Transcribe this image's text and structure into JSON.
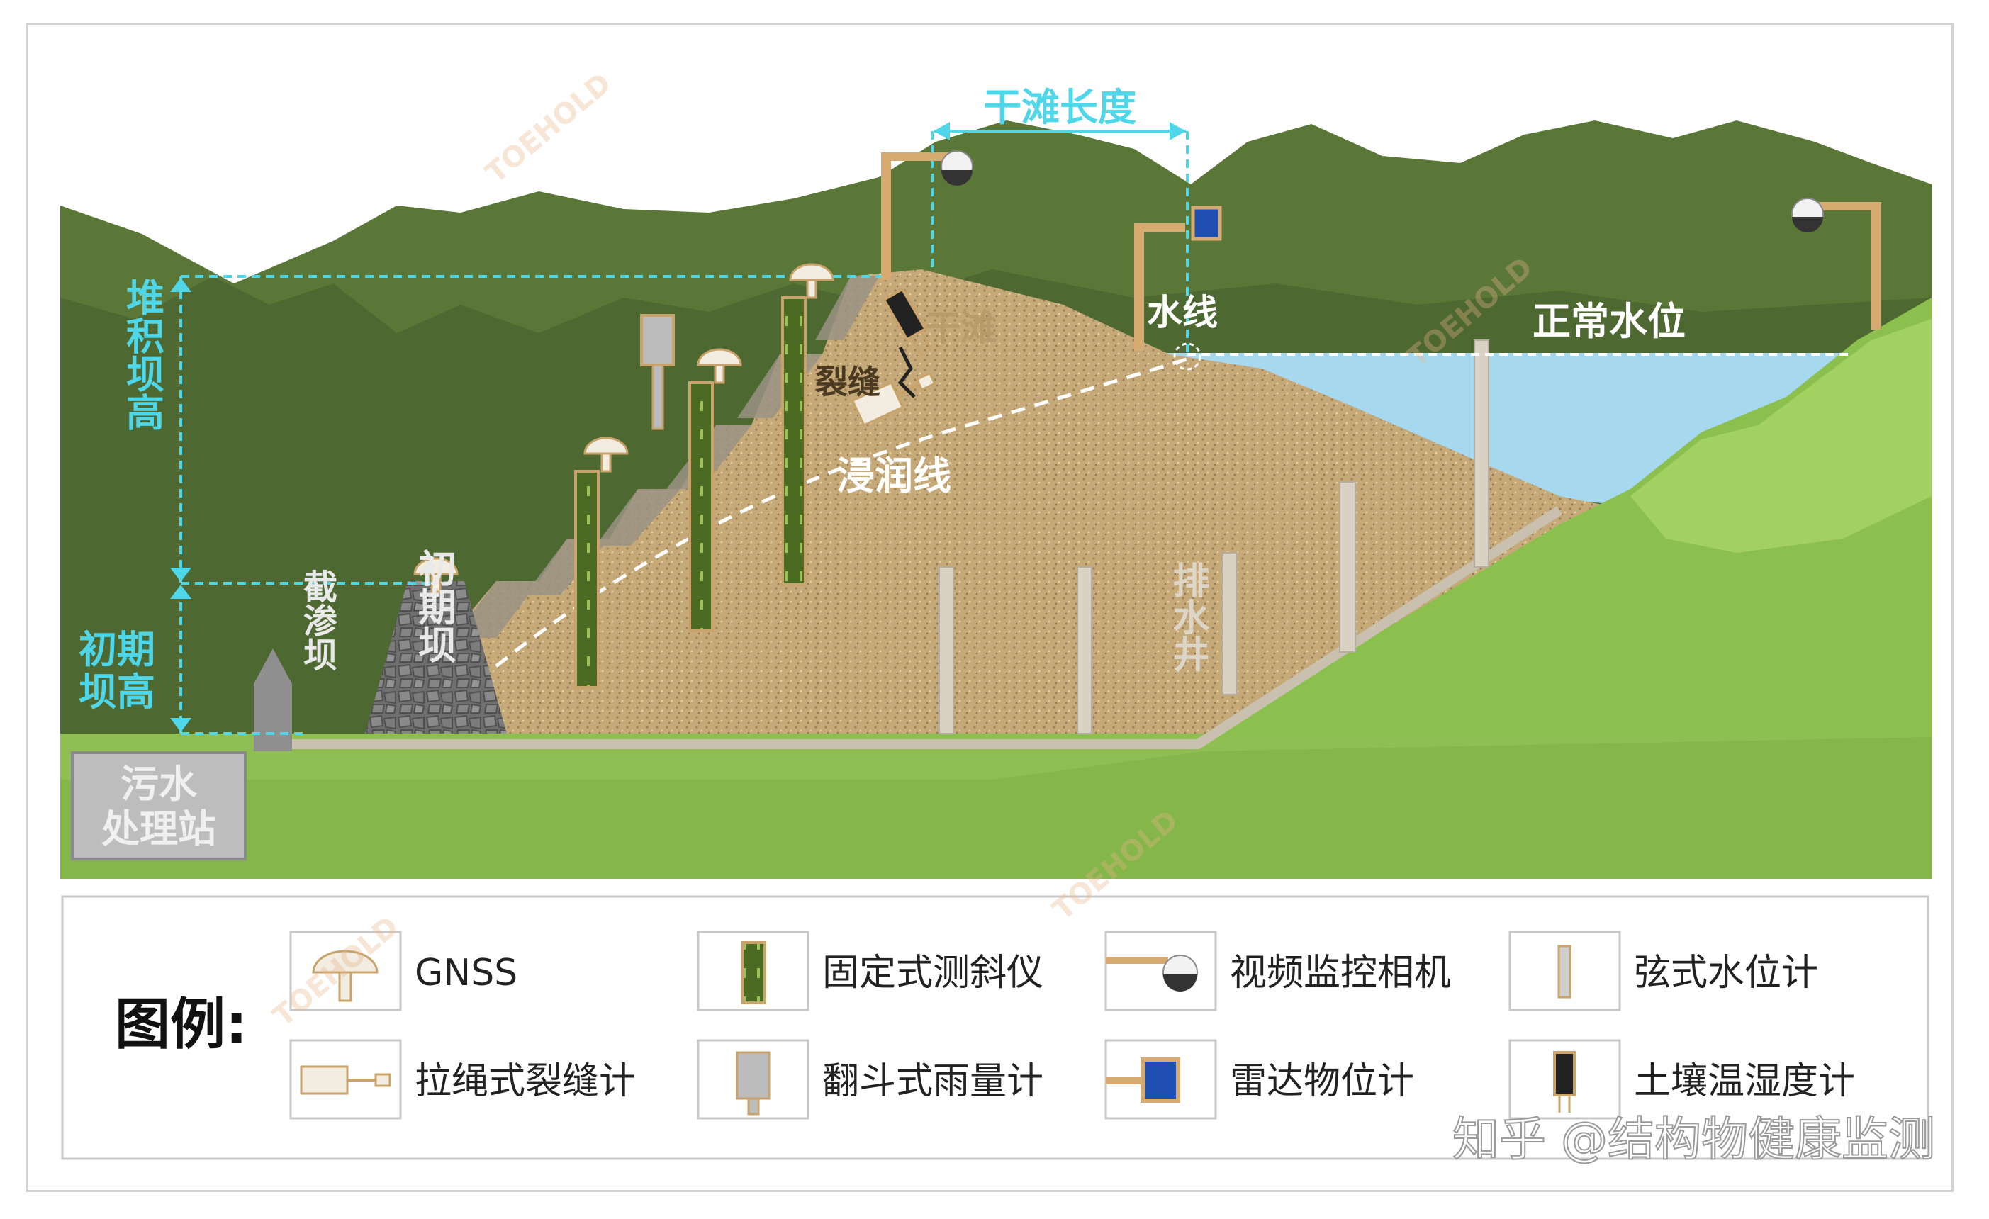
{
  "labels": {
    "dry_beach_length": "干滩长度",
    "dry_beach": "干滩",
    "crack": "裂缝",
    "water_line": "水线",
    "normal_water_level": "正常水位",
    "phreatic_line": "浸润线",
    "drainage_well": "排水井",
    "stacked_dam_height": "堆积坝高",
    "initial_dam_height": "初期坝高",
    "initial_dam": "初期坝",
    "cutoff_dam": "截渗坝",
    "sewage_station_line1": "污水",
    "sewage_station_line2": "处理站",
    "watermark": "TOEHOLD"
  },
  "legend": {
    "title": "图例:",
    "items": [
      {
        "icon": "gnss-icon",
        "label": "GNSS"
      },
      {
        "icon": "inclinometer-icon",
        "label": "固定式测斜仪"
      },
      {
        "icon": "video-camera-icon",
        "label": "视频监控相机"
      },
      {
        "icon": "piezometer-icon",
        "label": "弦式水位计"
      },
      {
        "icon": "crack-meter-icon",
        "label": "拉绳式裂缝计"
      },
      {
        "icon": "rain-gauge-icon",
        "label": "翻斗式雨量计"
      },
      {
        "icon": "radar-level-icon",
        "label": "雷达物位计"
      },
      {
        "icon": "soil-sensor-icon",
        "label": "土壤温湿度计"
      }
    ]
  },
  "credit": "知乎 @结构物健康监测",
  "colors": {
    "accent_cyan": "#4fd6e8",
    "sand": "#c8ab7a",
    "dark_mountain": "#4f6a33",
    "light_grass": "#8fc04f",
    "water": "#9fd6ee",
    "inclinometer_green": "#4b6b22",
    "camera_pole": "#d7aa72",
    "radar_blue": "#1f4fb3"
  }
}
